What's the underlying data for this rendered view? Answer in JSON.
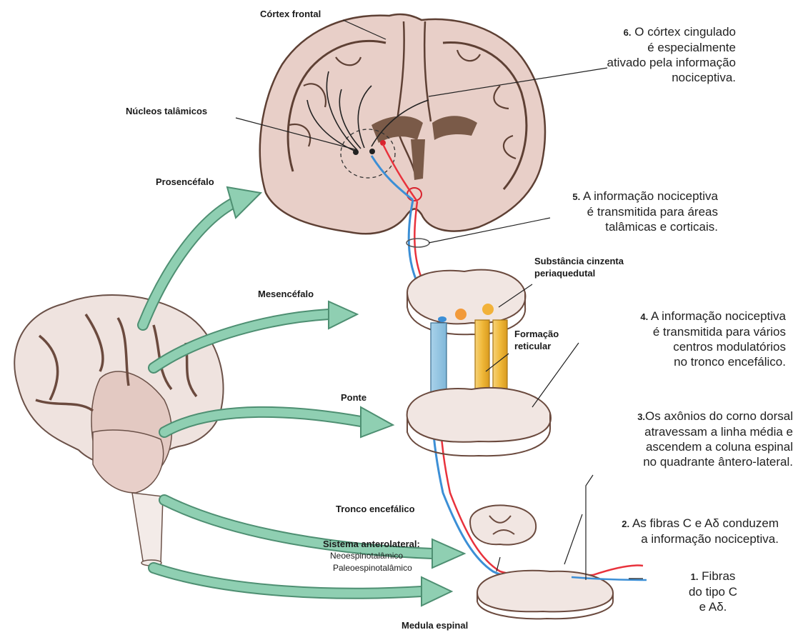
{
  "labels": {
    "cortex_frontal": "Córtex frontal",
    "nucleos_talamicos": "Núcleos talâmicos",
    "prosencefalo": "Prosencéfalo",
    "mesencefalo": "Mesencéfalo",
    "substancia_cinzenta_l1": "Substância cinzenta",
    "substancia_cinzenta_l2": "periaquedutal",
    "formacao_l1": "Formação",
    "formacao_l2": "reticular",
    "ponte": "Ponte",
    "tronco_encefalico": "Tronco encefálico",
    "sistema_anterolateral": "Sistema anterolateral:",
    "neoespinotalamico": "Neoespinotalâmico",
    "paleoespinotalamico": "Paleoespinotalâmico",
    "medula_espinal": "Medula espinal"
  },
  "steps": [
    {
      "num": "6.",
      "lines": [
        "O córtex cingulado",
        "é especialmente",
        "ativado pela informação",
        "nociceptiva."
      ]
    },
    {
      "num": "5.",
      "lines": [
        "A  informação nociceptiva",
        "é transmitida para áreas",
        "talâmicas e corticais."
      ]
    },
    {
      "num": "4.",
      "lines": [
        "A  informação nociceptiva",
        "é transmitida para vários",
        "centros modulatórios",
        "no tronco encefálico."
      ]
    },
    {
      "num": "3.",
      "lines": [
        "Os axônios do corno dorsal",
        "atravessam a linha média e",
        "ascendem a coluna espinal",
        "no quadrante ântero-lateral."
      ]
    },
    {
      "num": "2.",
      "lines": [
        "As fibras C e Aδ conduzem",
        "a informação nociceptiva."
      ]
    },
    {
      "num": "1.",
      "lines": [
        "Fibras",
        "do tipo C",
        "e Aδ."
      ]
    }
  ],
  "colors": {
    "tissue": "#e6cbc4",
    "tissue_outline": "#6b4a3e",
    "ventricle": "#7a5a48",
    "arrow": "#7cc3a3",
    "arrow_outline": "#4e8f72",
    "neo_pathway": "#e8323c",
    "paleo_pathway": "#3c8fd6",
    "reticular": "#f0c24a"
  }
}
